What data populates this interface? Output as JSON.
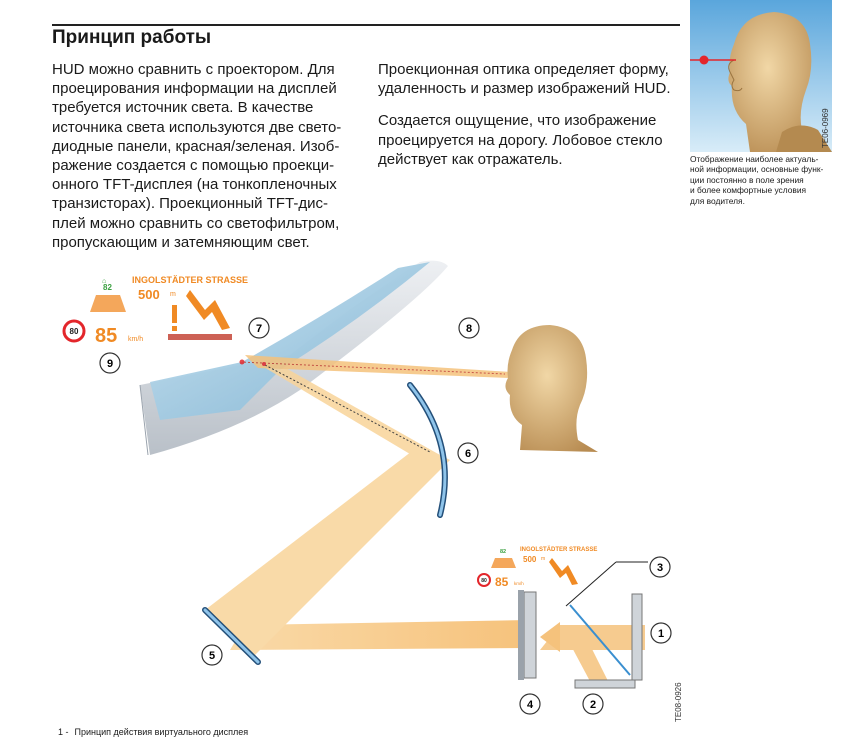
{
  "title": "Принцип работы",
  "col1_lines": [
    "HUD можно сравнить с проектором. Для",
    "проецирования информации на дисплей",
    "требуется источник света. В качестве",
    "источника света используются две свето-",
    "диодные панели, красная/зеленая. Изоб-",
    "ражение создается с помощью проекци-",
    "онного TFT-дисплея (на тонкопленочных",
    "транзисторах). Проекционный TFT-дис-",
    "плей можно сравнить со светофильтром,",
    "пропускающим и затемняющим свет."
  ],
  "col2_p1_lines": [
    "Проекционная оптика определяет форму,",
    "удаленность и размер изображений HUD."
  ],
  "col2_p2_lines": [
    "Создается ощущение, что изображение",
    "проецируется на дорогу. Лобовое стекло",
    "действует как отражатель."
  ],
  "side_image_code": "TE06-0969",
  "side_caption_lines": [
    "Отображение наиболее актуаль-",
    "ной информации, основные функ-",
    "ции постоянно в поле зрения",
    "и более комфортные условия",
    "для водителя."
  ],
  "hud": {
    "street": "INGOLSTÄDTER STRASSE",
    "distance": "500",
    "distance_unit": "m",
    "acc_speed": "82",
    "speed_limit": "80",
    "speed": "85",
    "speed_unit": "km/h"
  },
  "callouts": [
    "1",
    "2",
    "3",
    "4",
    "5",
    "6",
    "7",
    "8",
    "9"
  ],
  "diagram_code": "TE08-0926",
  "figure_caption": {
    "number": "1 -",
    "text": "Принцип действия виртуального дисплея"
  },
  "colors": {
    "hud_orange": "#f08a24",
    "speed_limit_red": "#e3262b",
    "acc_green": "#3aa040",
    "beam": "#f7c47a",
    "mirror_blue": "#3a8fd0",
    "callout_circle_border": "#333333",
    "windshield": "#a8cfe6"
  }
}
